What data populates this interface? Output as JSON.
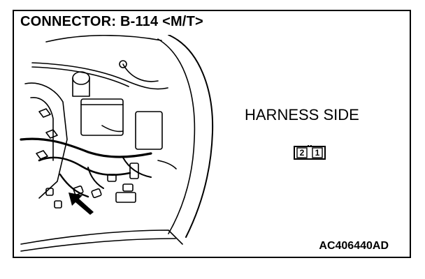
{
  "title": "CONNECTOR: B-114 <M/T>",
  "side_label": "HARNESS SIDE",
  "connector": {
    "pins": [
      "2",
      "1"
    ]
  },
  "figure_code": "AC406440AD",
  "icons": [
    "engine-bay-illustration",
    "pointer-arrow-icon",
    "connector-face-icon"
  ]
}
